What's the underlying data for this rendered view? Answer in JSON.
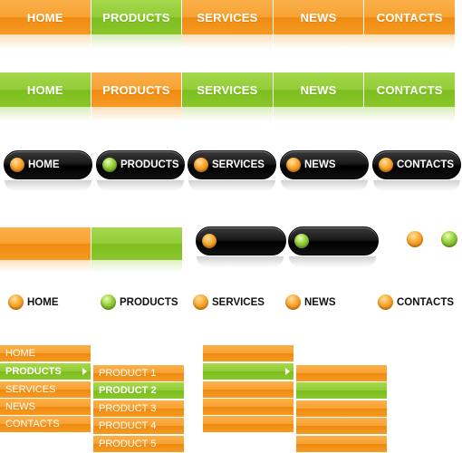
{
  "nav": [
    "HOME",
    "PRODUCTS",
    "SERVICES",
    "NEWS",
    "CONTACTS"
  ],
  "colors": {
    "orange": "#f7a233",
    "green": "#93cc37",
    "black": "#111111"
  },
  "bar1": {
    "active_index": 1
  },
  "bar2": {
    "active_index": 1
  },
  "pills": {
    "green_index": 1
  },
  "links": {
    "green_index": 1
  },
  "menu_left": {
    "main": [
      "HOME",
      "PRODUCTS",
      "SERVICES",
      "NEWS",
      "CONTACTS"
    ],
    "main_active": 1,
    "sub": [
      "PRODUCT 1",
      "PRODUCT 2",
      "PRODUCT 3",
      "PRODUCT 4",
      "PRODUCT 5"
    ],
    "sub_active": 1
  },
  "icons": [
    "orange-bullet-icon",
    "green-bullet-icon",
    "chevron-right-icon"
  ]
}
